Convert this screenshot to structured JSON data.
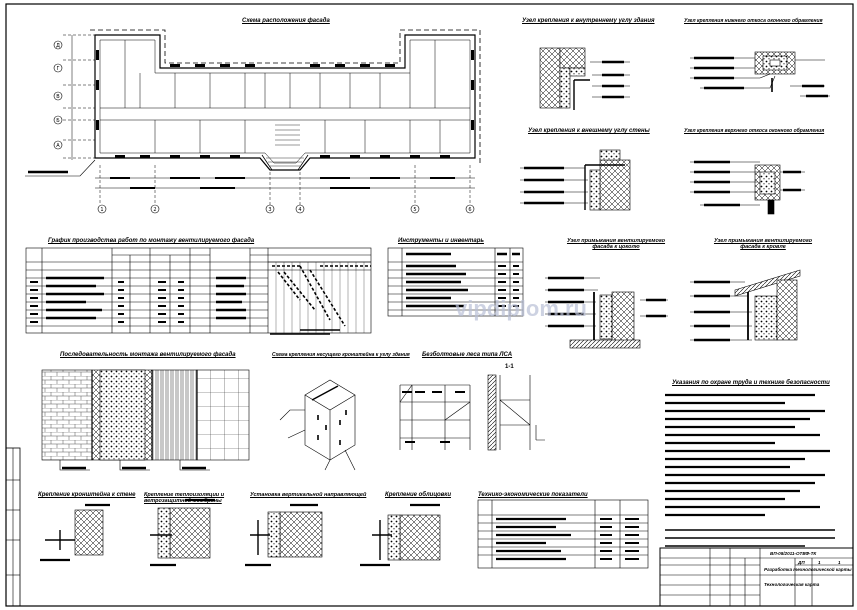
{
  "watermark": "vipdiplom.ru",
  "titles": {
    "plan": "Схема расположения фасада",
    "node_inner_corner": "Узел крепления к внутреннему углу здания",
    "node_lower_slope": "Узел крепления нижнего откоса оконного обрамления",
    "node_outer_corner": "Узел крепления к внешнему углу стены",
    "node_upper_slope": "Узел крепления верхнего откоса оконного обрамления",
    "schedule": "График производства работ по монтажу вентилируемого фасада",
    "tools": "Инструменты и инвентарь",
    "node_base": "Узел примыкания вентилируемого фасада к цоколю",
    "node_roof": "Узел примыкания вентилируемого фасада к кровле",
    "sequence": "Последовательность монтажа вентилируемого фасада",
    "bracket_scheme": "Схема крепления несущего кронштейна к углу здания",
    "scaffold": "Безболтовые леса типа ЛСА",
    "safety": "Указания по охране труда и технике безопасности",
    "step1": "Крепление кронштейна к стене",
    "step2": "Крепление теплоизоляции и ветрозащитной мембраны",
    "step3": "Установка вертикальной направляющей",
    "step4": "Крепление облицовки",
    "indicators": "Технико-экономические показатели"
  },
  "section_mark": "1-1",
  "axis_letters": [
    "Д",
    "Г",
    "В",
    "Б",
    "А"
  ],
  "axis_numbers": [
    "1",
    "2",
    "3",
    "4",
    "5",
    "6"
  ],
  "stamp": {
    "code": "ВП-08/2011-ОТВФ-ТК",
    "title": "Разработка технологической карты",
    "sheet_name": "Технологическая карта",
    "stage": "ДП",
    "sheet_no": "1",
    "sheets": "1"
  }
}
